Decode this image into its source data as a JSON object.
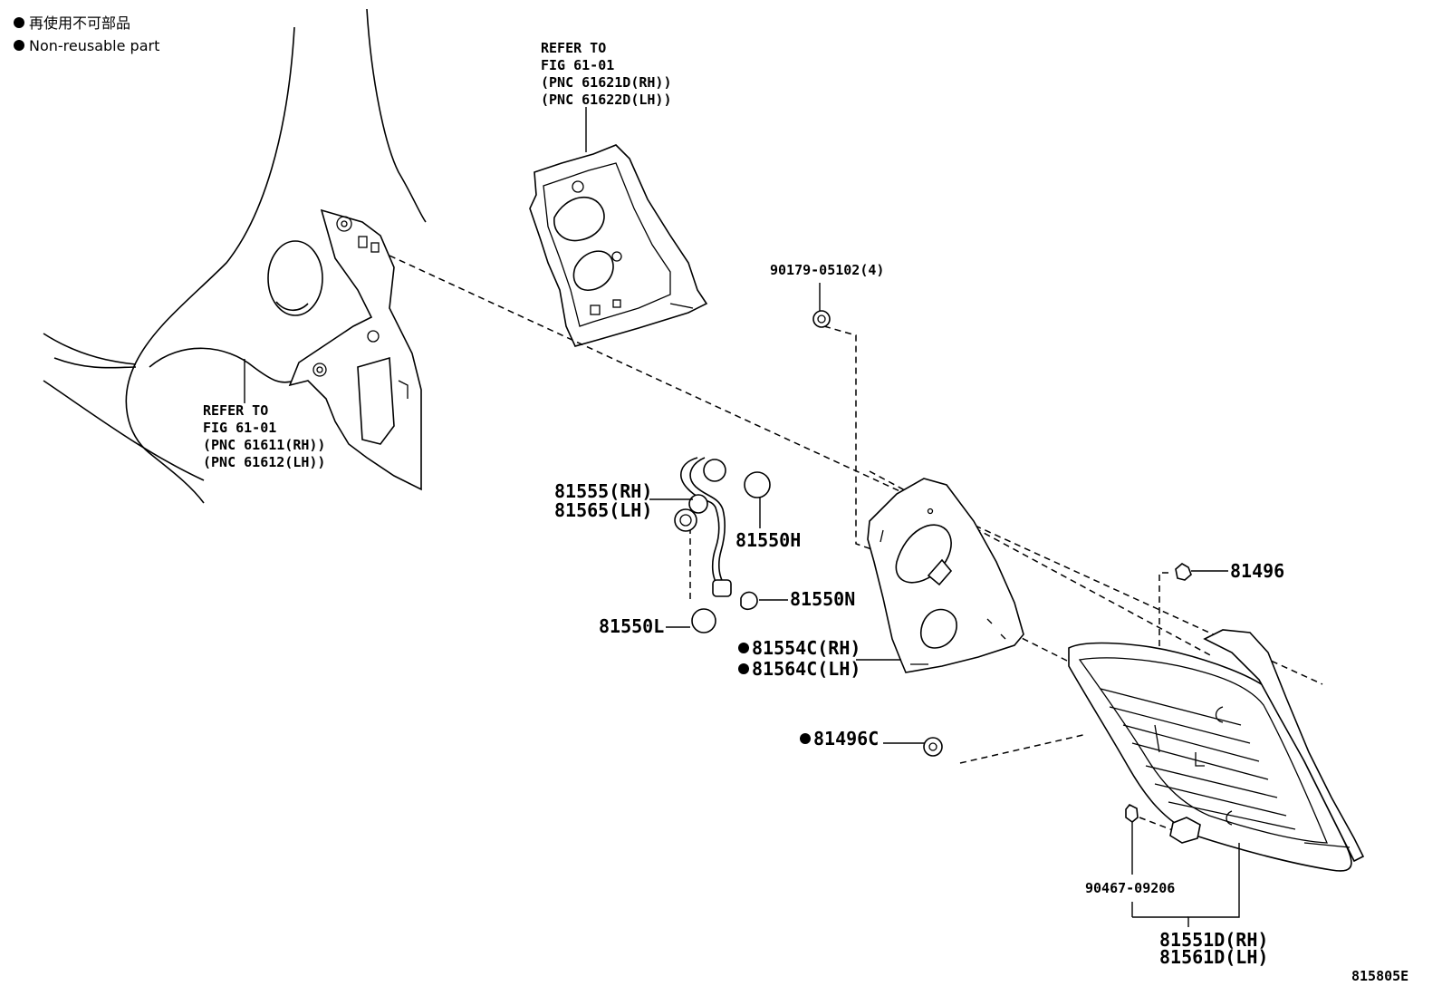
{
  "legend": {
    "items": [
      {
        "text": "再使用不可部品"
      },
      {
        "text": "Non-reusable part"
      }
    ]
  },
  "callouts": {
    "quarter_panel": [
      "REFER TO",
      "FIG 61-01",
      "(PNC 61611(RH))",
      "(PNC 61612(LH))"
    ],
    "lamp_housing": [
      "REFER TO",
      "FIG 61-01",
      "(PNC 61621D(RH))",
      "(PNC 61622D(LH))"
    ]
  },
  "part_numbers": {
    "nut": "90179-05102(4)",
    "socket_rh": "81555(RH)",
    "socket_lh": "81565(LH)",
    "bulb_h": "81550H",
    "bulb_n": "81550N",
    "bulb_l": "81550L",
    "gasket_rh": "81554C(RH)",
    "gasket_lh": "81564C(LH)",
    "clip_c": "81496C",
    "clip": "81496",
    "screw": "90467-09206",
    "lamp_rh": "81551D(RH)",
    "lamp_lh": "81561D(LH)"
  },
  "figure_id": "815805E"
}
